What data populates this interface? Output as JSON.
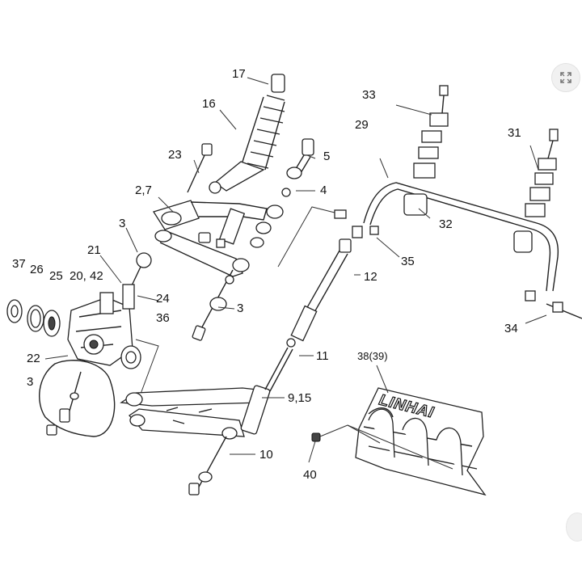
{
  "labels": {
    "l1": "17",
    "l2": "16",
    "l3": "23",
    "l4": "5",
    "l5": "2,7",
    "l6": "4",
    "l7": "3",
    "l8": "21",
    "l9": "37",
    "l10": "26",
    "l11": "25",
    "l12": "20, 42",
    "l13": "24",
    "l14": "36",
    "l15": "3",
    "l16": "22",
    "l17": "3",
    "l18": "33",
    "l19": "29",
    "l20": "31",
    "l21": "32",
    "l22": "35",
    "l23": "12",
    "l24": "11",
    "l25": "9,15",
    "l26": "10",
    "l27": "34",
    "l28": "38(39)",
    "l29": "40"
  },
  "brand_text": "LINHAI",
  "icons": {
    "expand": "expand-icon"
  }
}
